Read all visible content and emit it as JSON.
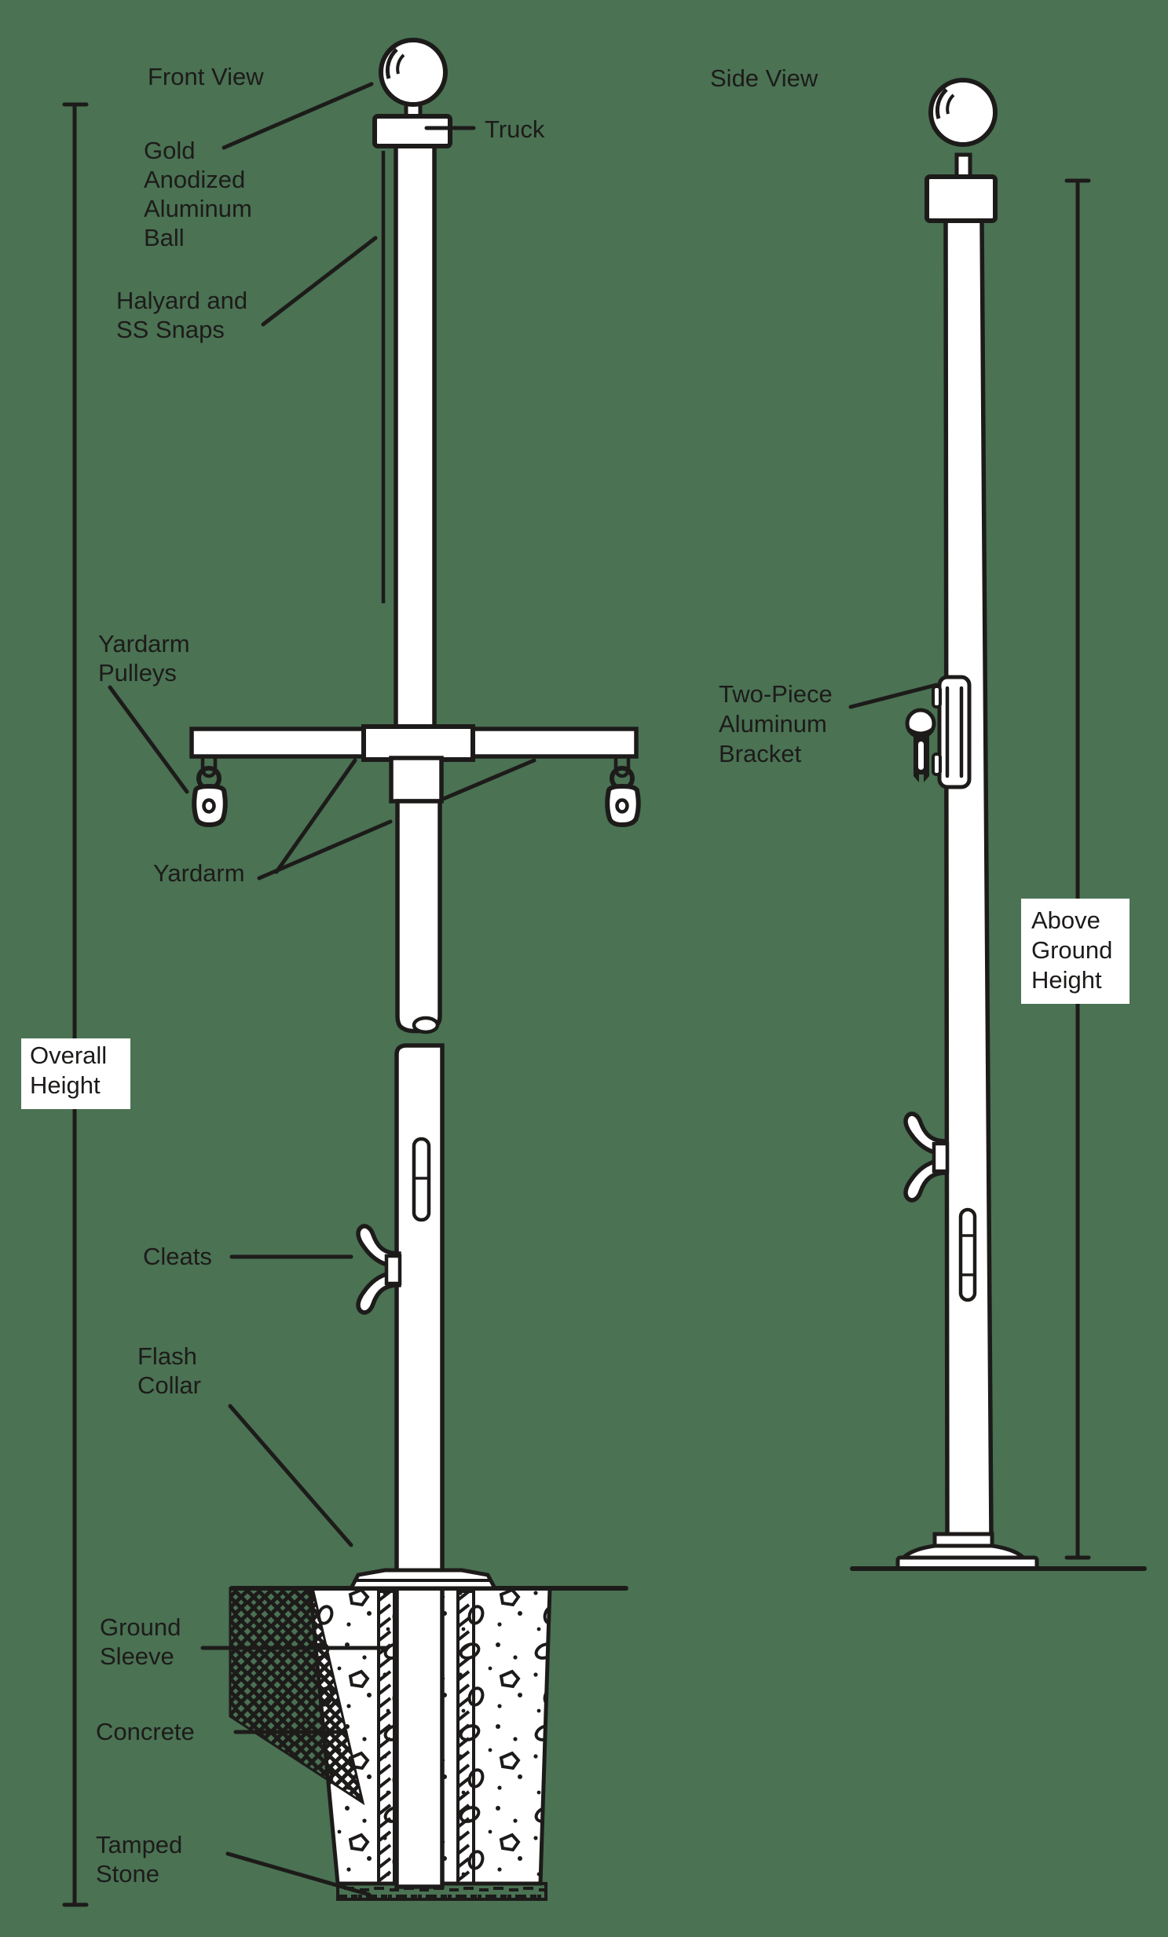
{
  "colors": {
    "background": "#4a7253",
    "ink": "#1d1b1a",
    "fill": "#ffffff"
  },
  "front_view": {
    "title": "Front View",
    "labels": {
      "gold_ball": [
        "Gold",
        "Anodized",
        "Aluminum",
        "Ball"
      ],
      "truck": "Truck",
      "halyard": [
        "Halyard and",
        "SS Snaps"
      ],
      "yardarm_pulleys": [
        "Yardarm",
        "Pulleys"
      ],
      "yardarm": "Yardarm",
      "cleats": "Cleats",
      "flash_collar": [
        "Flash",
        "Collar"
      ],
      "ground_sleeve": [
        "Ground",
        "Sleeve"
      ],
      "concrete": "Concrete",
      "tamped_stone": [
        "Tamped",
        "Stone"
      ]
    },
    "dimension_label": [
      "Overall",
      "Height"
    ]
  },
  "side_view": {
    "title": "Side View",
    "labels": {
      "bracket": [
        "Two-Piece",
        "Aluminum",
        "Bracket"
      ]
    },
    "dimension_label": [
      "Above",
      "Ground",
      "Height"
    ]
  }
}
